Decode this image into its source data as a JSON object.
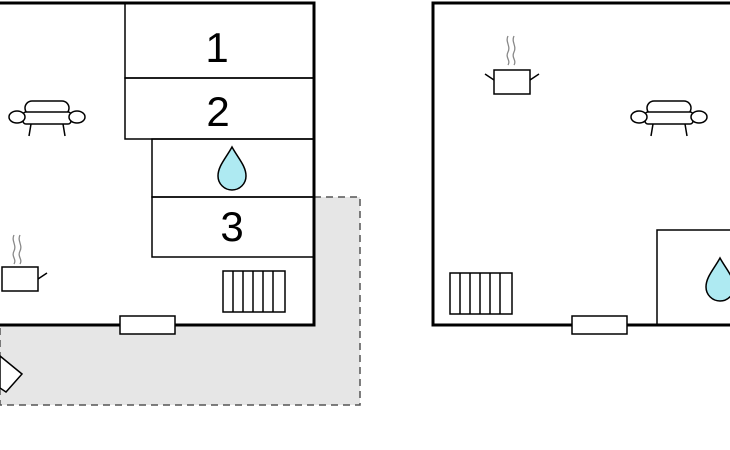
{
  "floors": [
    {
      "rooms": [
        {
          "label": "1"
        },
        {
          "label": "2"
        },
        {
          "label": "3"
        }
      ],
      "icons": [
        "sofa-icon",
        "cooking-pot-icon",
        "water-drop-icon",
        "radiator-icon",
        "window-icon",
        "deckchair-icon"
      ],
      "terrace": "dashed-outline"
    },
    {
      "icons": [
        "cooking-pot-icon",
        "sofa-icon",
        "radiator-icon",
        "water-drop-icon",
        "window-icon"
      ]
    }
  ],
  "colors": {
    "wall": "#000000",
    "terrace_fill": "#e6e6e6",
    "water": "#aeeaf2",
    "steam": "#888888"
  }
}
